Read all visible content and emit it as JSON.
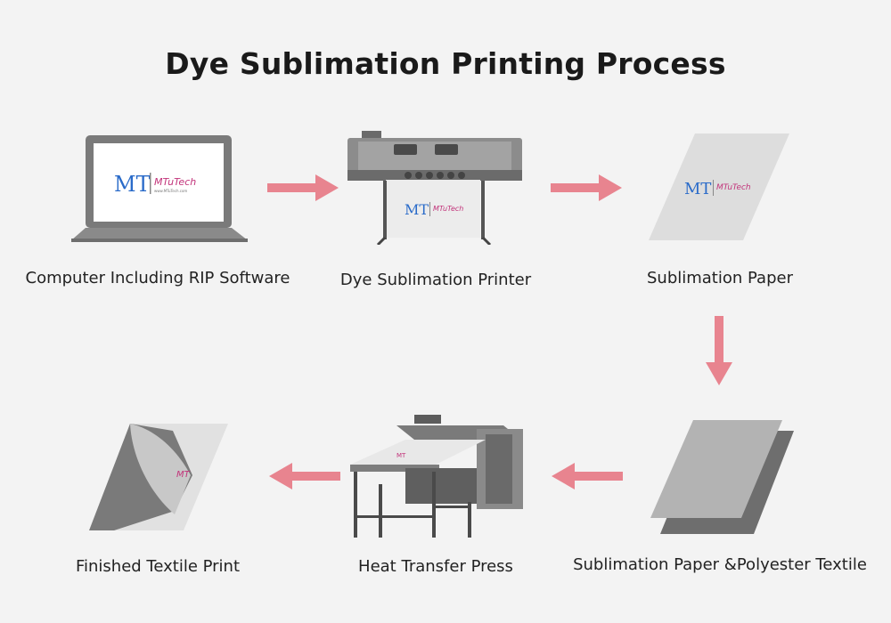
{
  "title": "Dye Sublimation Printing Process",
  "brand": {
    "logo_text": "MT",
    "wordmark": "MTuTech",
    "url": "www.MTuTech.com"
  },
  "colors": {
    "arrow": "#e8848f",
    "background": "#f3f3f3"
  },
  "steps": [
    {
      "id": "computer",
      "label": "Computer Including RIP Software"
    },
    {
      "id": "printer",
      "label": "Dye Sublimation Printer"
    },
    {
      "id": "paper",
      "label": "Sublimation Paper"
    },
    {
      "id": "paper-textile",
      "label": "Sublimation Paper &Polyester Textile"
    },
    {
      "id": "press",
      "label": "Heat Transfer Press"
    },
    {
      "id": "finished",
      "label": "Finished Textile Print"
    }
  ],
  "arrows": [
    {
      "from": "computer",
      "to": "printer",
      "direction": "right"
    },
    {
      "from": "printer",
      "to": "paper",
      "direction": "right"
    },
    {
      "from": "paper",
      "to": "paper-textile",
      "direction": "down"
    },
    {
      "from": "paper-textile",
      "to": "press",
      "direction": "left"
    },
    {
      "from": "press",
      "to": "finished",
      "direction": "left"
    }
  ]
}
